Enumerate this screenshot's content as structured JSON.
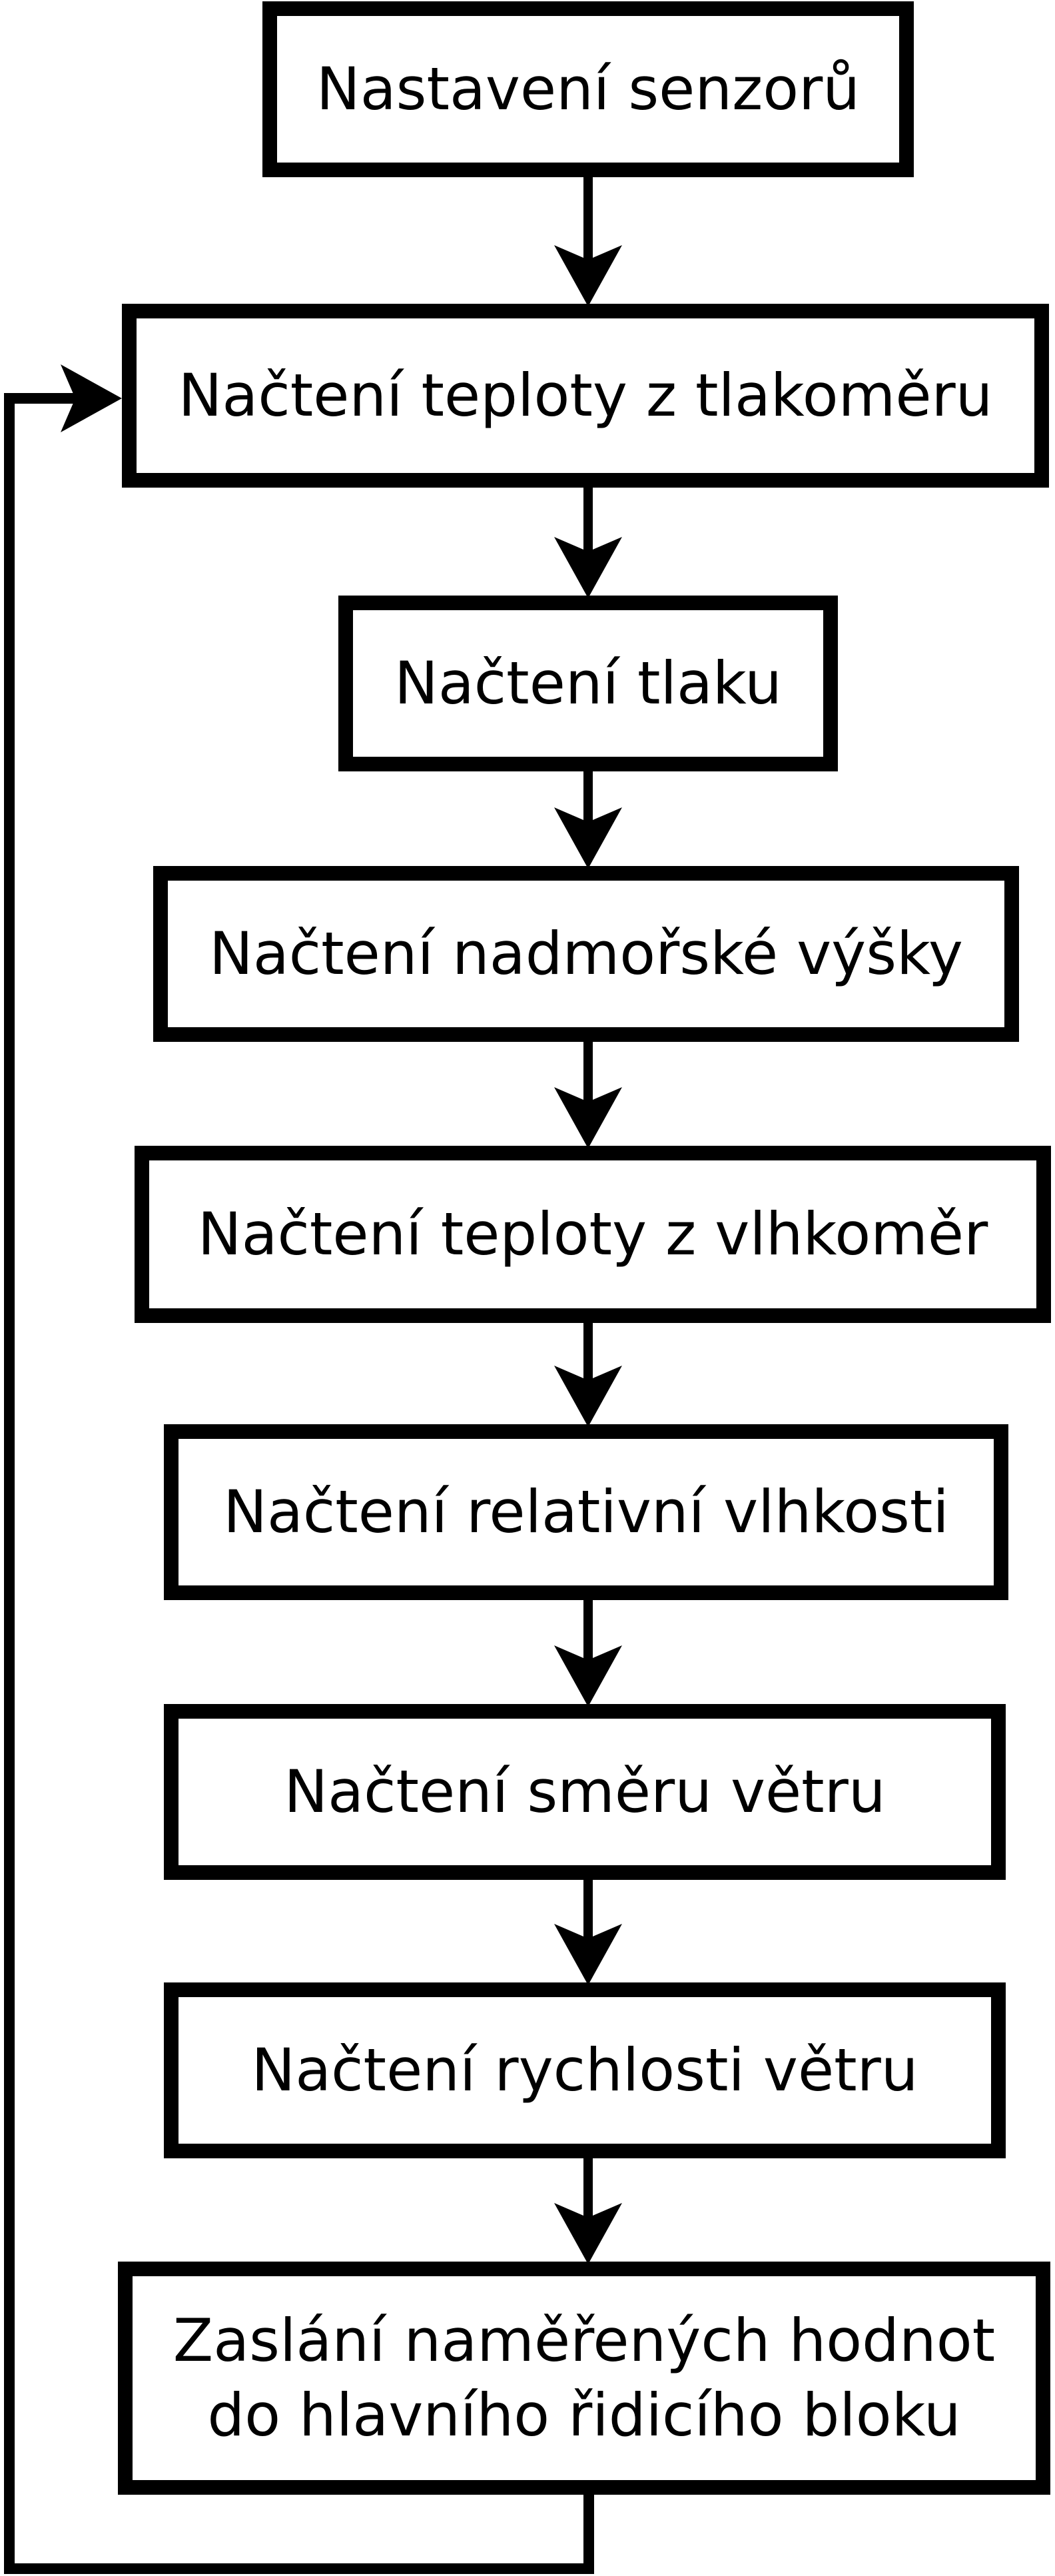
{
  "diagram": {
    "type": "flowchart",
    "background_color": "#ffffff",
    "node_fill_color": "#ffffff",
    "node_border_color": "#000000",
    "text_color": "#000000",
    "arrow_color": "#000000",
    "nodes": [
      {
        "id": "setup-sensors",
        "label": "Nastavení senzorů"
      },
      {
        "id": "read-temp-barometer",
        "label": "Načtení teploty z tlakoměru"
      },
      {
        "id": "read-pressure",
        "label": "Načtení tlaku"
      },
      {
        "id": "read-altitude",
        "label": "Načtení nadmořské výšky"
      },
      {
        "id": "read-temp-hygrometer",
        "label": "Načtení teploty z vlhkoměr"
      },
      {
        "id": "read-relative-humidity",
        "label": "Načtení relativní vlhkosti"
      },
      {
        "id": "read-wind-direction",
        "label": "Načtení směru větru"
      },
      {
        "id": "read-wind-speed",
        "label": "Načtení rychlosti větru"
      },
      {
        "id": "send-values",
        "label": "Zaslání naměřených hodnot\ndo hlavního řidicího bloku"
      }
    ],
    "connections": [
      {
        "from": "setup-sensors",
        "to": "read-temp-barometer"
      },
      {
        "from": "read-temp-barometer",
        "to": "read-pressure"
      },
      {
        "from": "read-pressure",
        "to": "read-altitude"
      },
      {
        "from": "read-altitude",
        "to": "read-temp-hygrometer"
      },
      {
        "from": "read-temp-hygrometer",
        "to": "read-relative-humidity"
      },
      {
        "from": "read-relative-humidity",
        "to": "read-wind-direction"
      },
      {
        "from": "read-wind-direction",
        "to": "read-wind-speed"
      },
      {
        "from": "read-wind-speed",
        "to": "send-values"
      },
      {
        "from": "send-values",
        "to": "read-temp-barometer",
        "style": "loop-back-left"
      }
    ]
  }
}
